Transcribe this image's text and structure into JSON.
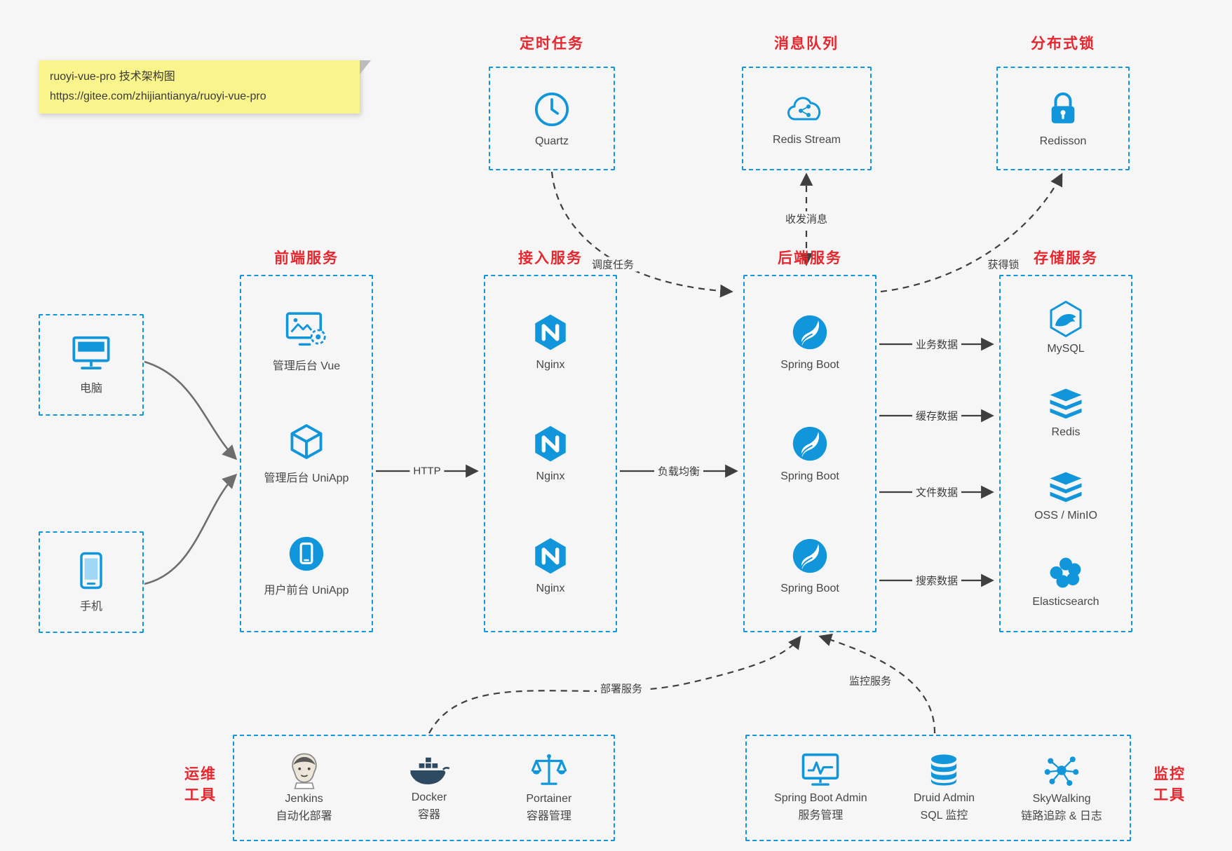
{
  "colors": {
    "accent": "#1296db",
    "red": "#e8262d",
    "note_bg": "#f9f48b",
    "docker_navy": "#2d4a62"
  },
  "note": {
    "line1": "ruoyi-vue-pro 技术架构图",
    "line2": "https://gitee.com/zhijiantianya/ruoyi-vue-pro"
  },
  "top_services": [
    {
      "title": "定时任务",
      "label": "Quartz",
      "icon": "clock-icon"
    },
    {
      "title": "消息队列",
      "label": "Redis Stream",
      "icon": "cloud-share-icon"
    },
    {
      "title": "分布式锁",
      "label": "Redisson",
      "icon": "lock-icon"
    }
  ],
  "clients": [
    {
      "label": "电脑",
      "icon": "desktop-icon"
    },
    {
      "label": "手机",
      "icon": "phone-icon"
    }
  ],
  "frontend": {
    "title": "前端服务",
    "items": [
      {
        "label": "管理后台 Vue"
      },
      {
        "label": "管理后台 UniApp"
      },
      {
        "label": "用户前台 UniApp"
      }
    ]
  },
  "gateway": {
    "title": "接入服务",
    "items": [
      {
        "label": "Nginx"
      },
      {
        "label": "Nginx"
      },
      {
        "label": "Nginx"
      }
    ]
  },
  "backend": {
    "title": "后端服务",
    "items": [
      {
        "label": "Spring Boot"
      },
      {
        "label": "Spring Boot"
      },
      {
        "label": "Spring Boot"
      }
    ]
  },
  "storage": {
    "title": "存储服务",
    "items": [
      {
        "label": "MySQL"
      },
      {
        "label": "Redis"
      },
      {
        "label": "OSS / MinIO"
      },
      {
        "label": "Elasticsearch"
      }
    ]
  },
  "ops": {
    "title_line1": "运维",
    "title_line2": "工具",
    "items": [
      {
        "name": "Jenkins",
        "desc": "自动化部署"
      },
      {
        "name": "Docker",
        "desc": "容器"
      },
      {
        "name": "Portainer",
        "desc": "容器管理"
      }
    ]
  },
  "monitoring": {
    "title_line1": "监控",
    "title_line2": "工具",
    "items": [
      {
        "name": "Spring Boot Admin",
        "desc": "服务管理"
      },
      {
        "name": "Druid Admin",
        "desc": "SQL 监控"
      },
      {
        "name": "SkyWalking",
        "desc": "链路追踪 & 日志"
      }
    ]
  },
  "edges": {
    "http": "HTTP",
    "load_balance": "负载均衡",
    "schedule": "调度任务",
    "messaging": "收发消息",
    "lock": "获得锁",
    "business_data": "业务数据",
    "cache_data": "缓存数据",
    "file_data": "文件数据",
    "search_data": "搜索数据",
    "deploy": "部署服务",
    "monitor": "监控服务"
  }
}
